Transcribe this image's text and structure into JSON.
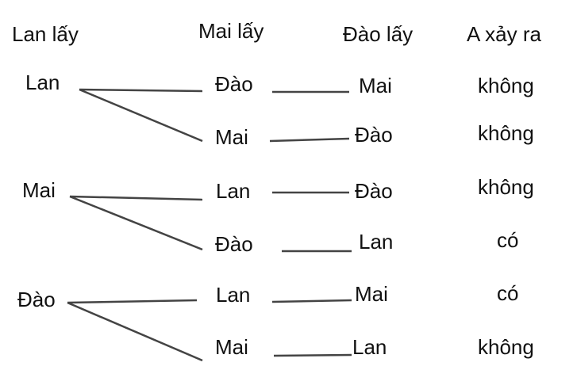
{
  "headers": [
    "Lan lấy",
    "Mai lấy",
    "Đào lấy",
    "A xảy ra"
  ],
  "level1": [
    "Lan",
    "Mai",
    "Đào"
  ],
  "level2": [
    "Đào",
    "Mai",
    "Lan",
    "Đào",
    "Lan",
    "Mai"
  ],
  "level3": [
    "Mai",
    "Đào",
    "Đào",
    "Lan",
    "Mai",
    "Lan"
  ],
  "outcomes": [
    "không",
    "không",
    "không",
    "có",
    "có",
    "không"
  ]
}
